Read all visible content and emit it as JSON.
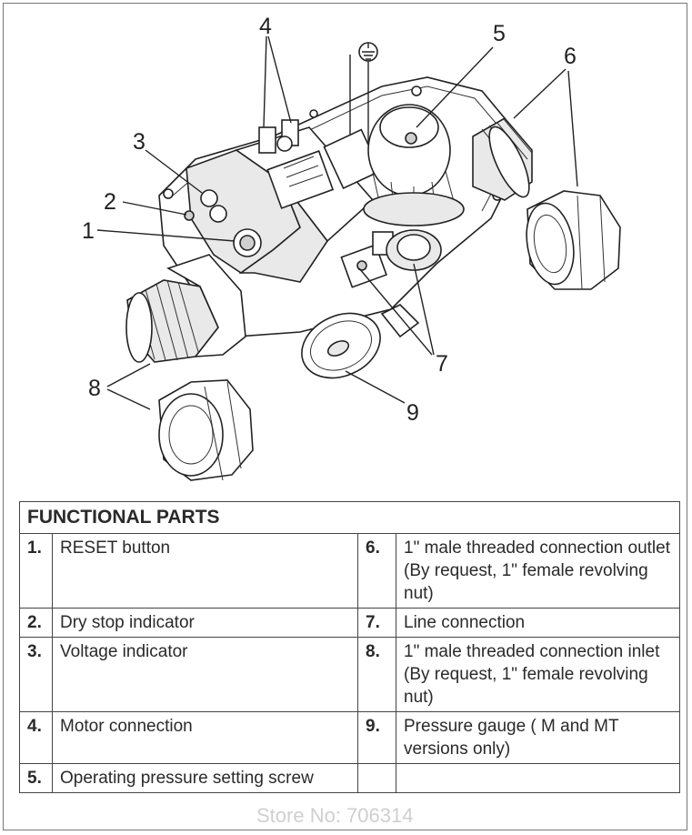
{
  "callouts": [
    "1",
    "2",
    "3",
    "4",
    "5",
    "6",
    "7",
    "8",
    "9"
  ],
  "table": {
    "title": "FUNCTIONAL PARTS",
    "rows": [
      {
        "ln": "1.",
        "lt": "RESET button",
        "rn": "6.",
        "rt": "1\" male threaded connection outlet (By request, 1\" female revolving nut)"
      },
      {
        "ln": "2.",
        "lt": "Dry stop indicator",
        "rn": "7.",
        "rt": "Line connection"
      },
      {
        "ln": "3.",
        "lt": "Voltage indicator",
        "rn": "8.",
        "rt": "1\" male threaded connection inlet (By request, 1\" female revolving nut)"
      },
      {
        "ln": "4.",
        "lt": "Motor connection",
        "rn": "9.",
        "rt": "Pressure gauge ( M and MT versions only)"
      },
      {
        "ln": "5.",
        "lt": "Operating pressure setting screw",
        "rn": "",
        "rt": ""
      }
    ]
  },
  "watermark": "Store No: 706314"
}
